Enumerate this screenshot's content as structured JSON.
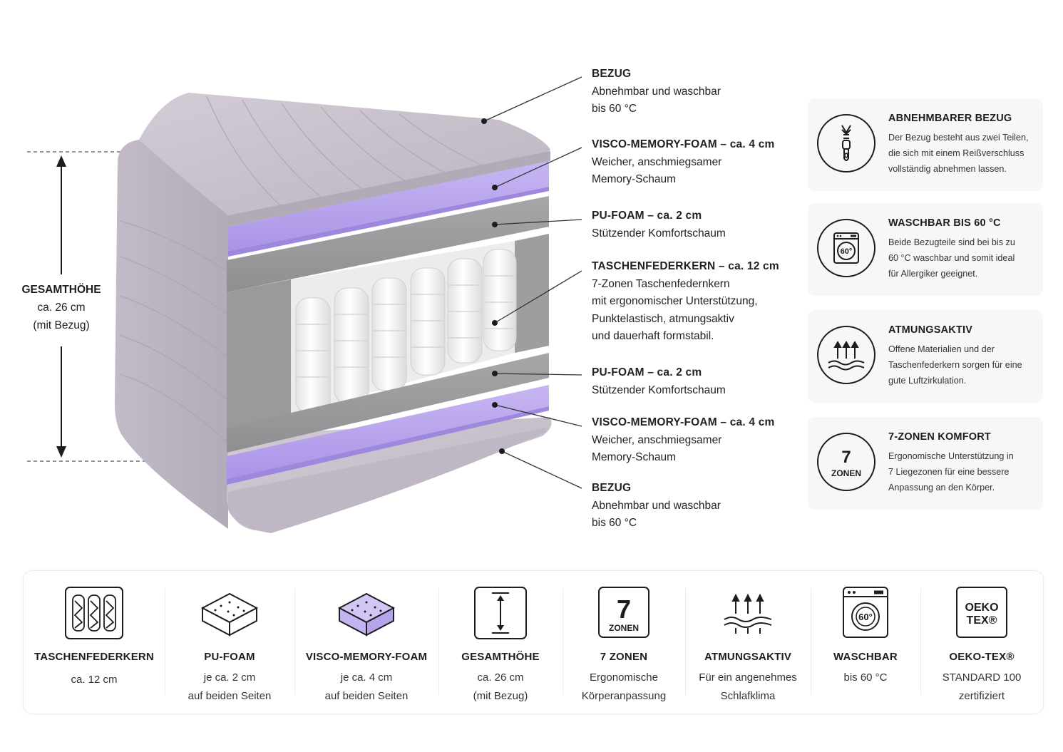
{
  "layer_labels": [
    {
      "title": "BEZUG",
      "lines": [
        "Abnehmbar und waschbar",
        "bis 60 °C"
      ]
    },
    {
      "title": "VISCO-MEMORY-FOAM – ca. 4 cm",
      "lines": [
        "Weicher, anschmiegsamer",
        "Memory-Schaum"
      ]
    },
    {
      "title": "PU-FOAM – ca. 2 cm",
      "lines": [
        "Stützender Komfortschaum"
      ]
    },
    {
      "title": "TASCHENFEDERKERN – ca. 12 cm",
      "lines": [
        "7-Zonen Taschenfedernkern",
        "mit ergonomischer Unterstützung,",
        "Punktelastisch, atmungsaktiv",
        "und dauerhaft formstabil."
      ]
    },
    {
      "title": "PU-FOAM – ca. 2 cm",
      "lines": [
        "Stützender Komfortschaum"
      ]
    },
    {
      "title": "VISCO-MEMORY-FOAM – ca. 4 cm",
      "lines": [
        "Weicher, anschmiegsamer",
        "Memory-Schaum"
      ]
    },
    {
      "title": "BEZUG",
      "lines": [
        "Abnehmbar und waschbar",
        "bis 60 °C"
      ]
    }
  ],
  "total_height": {
    "title": "GESAMTHÖHE",
    "lines": [
      "ca. 26 cm",
      "(mit Bezug)"
    ]
  },
  "feature_cards": [
    {
      "icon": "zipper-icon",
      "title": "ABNEHMBARER BEZUG",
      "lines": [
        "Der Bezug besteht aus zwei Teilen,",
        "die sich mit einem Reißverschluss",
        "vollständig abnehmen lassen."
      ]
    },
    {
      "icon": "washing-machine-icon",
      "icon_text": "60°",
      "title": "WASCHBAR BIS 60 °C",
      "lines": [
        "Beide Bezugteile sind bei bis zu",
        "60 °C waschbar und somit ideal",
        "für Allergiker geeignet."
      ]
    },
    {
      "icon": "airflow-icon",
      "title": "ATMUNGSAKTIV",
      "lines": [
        "Offene Materialien und der",
        "Taschenfederkern sorgen für eine",
        "gute Luftzirkulation."
      ]
    },
    {
      "icon": "seven-zones-icon",
      "icon_text": [
        "7",
        "ZONEN"
      ],
      "title": "7-ZONEN KOMFORT",
      "lines": [
        "Ergonomische Unterstützung in",
        "7 Liegezonen für eine bessere",
        "Anpassung an den Körper."
      ]
    }
  ],
  "bottom_features": [
    {
      "icon": "pocket-spring-icon",
      "title": "TASCHENFEDERKERN",
      "lines": [
        "ca. 12 cm"
      ]
    },
    {
      "icon": "pu-foam-icon",
      "title": "PU-FOAM",
      "lines": [
        "je ca. 2 cm",
        "auf beiden Seiten"
      ]
    },
    {
      "icon": "visco-foam-icon",
      "title": "VISCO-MEMORY-FOAM",
      "lines": [
        "je ca. 4 cm",
        "auf beiden Seiten"
      ]
    },
    {
      "icon": "height-arrow-icon",
      "title": "GESAMTHÖHE",
      "lines": [
        "ca. 26 cm",
        "(mit Bezug)"
      ]
    },
    {
      "icon": "seven-zones-icon",
      "icon_text": [
        "7",
        "ZONEN"
      ],
      "title": "7 ZONEN",
      "lines": [
        "Ergonomische",
        "Körperanpassung"
      ]
    },
    {
      "icon": "airflow-icon",
      "title": "ATMUNGSAKTIV",
      "lines": [
        "Für ein angenehmes",
        "Schlafklima"
      ]
    },
    {
      "icon": "washing-machine-icon",
      "icon_text": "60°",
      "title": "WASCHBAR",
      "lines": [
        "bis 60 °C"
      ]
    },
    {
      "icon": "oeko-tex-icon",
      "icon_text": [
        "OEKO",
        "TEX®"
      ],
      "title": "OEKO-TEX®",
      "lines": [
        "STANDARD 100",
        "zertifiziert"
      ]
    }
  ],
  "colors": {
    "cover": "#c9c2cc",
    "cover_dark": "#b6aeb9",
    "visco_foam": "#b9a6ee",
    "pu_foam": "#9b9b9d",
    "springs": "#f6f6f6",
    "card_background": "#f7f7f7",
    "text": "#1d1d1f"
  }
}
